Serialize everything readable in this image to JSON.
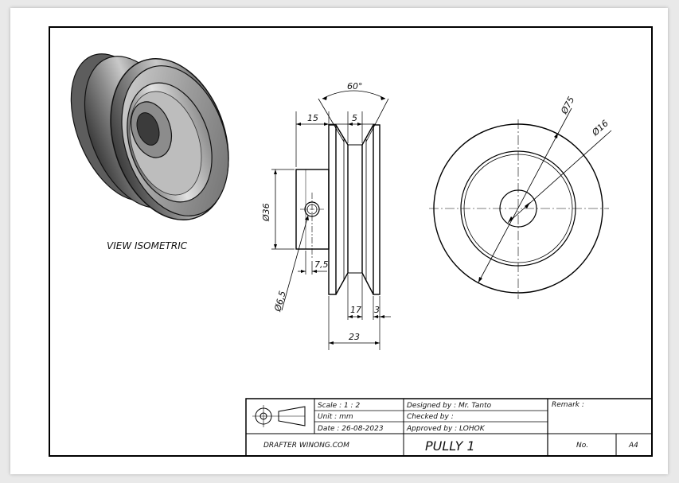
{
  "views": {
    "isometric_label": "VIEW ISOMETRIC"
  },
  "dimensions": {
    "angle": "60°",
    "d15": "15",
    "d5": "5",
    "dia36": "Ø36",
    "dia6_5": "Ø6,5",
    "d7_5": "7,5",
    "d17": "17",
    "d3": "3",
    "d23": "23",
    "dia75": "Ø75",
    "dia16": "Ø16"
  },
  "title_block": {
    "scale": "Scale : 1 : 2",
    "unit": "Unit  : mm",
    "date": "Date : 26-08-2023",
    "designed": "Designed by : Mr. Tanto",
    "checked": "Checked by  :",
    "approved": "Approved by : LOHOK",
    "remark": "Remark :",
    "drafter": "DRAFTER WINONG.COM",
    "title": "PULLY 1",
    "no": "No.",
    "size": "A4"
  }
}
